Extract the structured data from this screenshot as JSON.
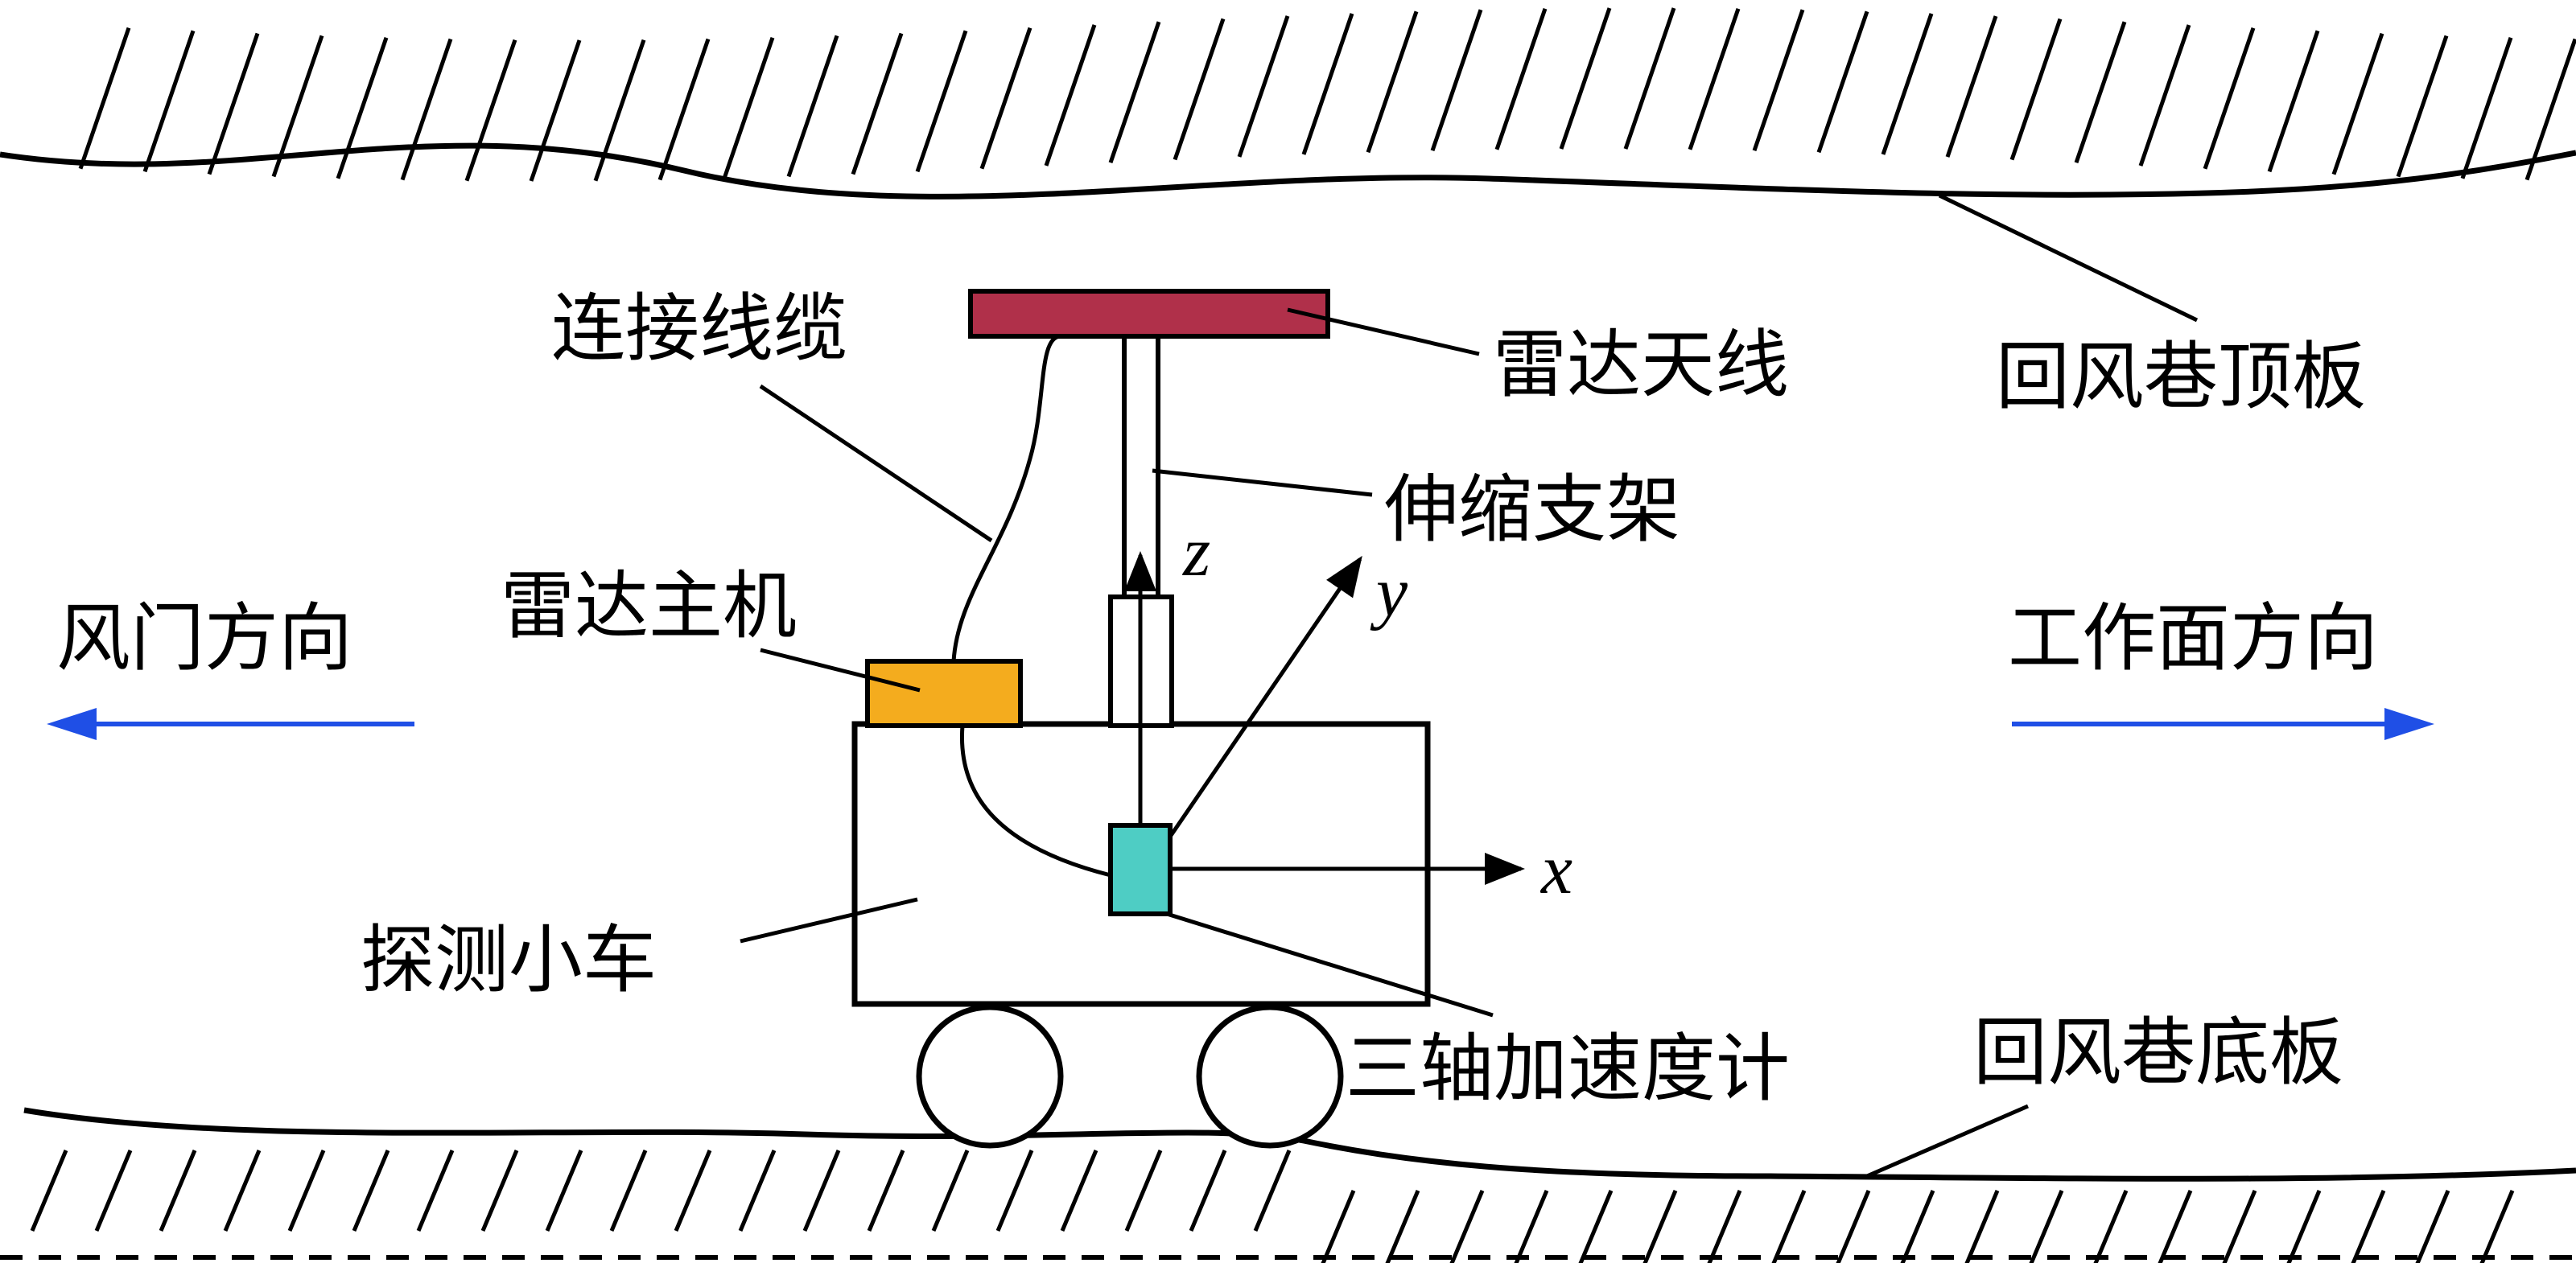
{
  "labels": {
    "roof": "回风巷顶板",
    "floor": "回风巷底板",
    "cable": "连接线缆",
    "antenna": "雷达天线",
    "mast": "伸缩支架",
    "radar_host": "雷达主机",
    "vehicle": "探测小车",
    "accelerometer": "三轴加速度计",
    "left_dir": "风门方向",
    "right_dir": "工作面方向"
  },
  "axes": {
    "x": "x",
    "y": "y",
    "z": "z"
  },
  "colors": {
    "antenna": "#B0304A",
    "radar_host": "#F4AC1E",
    "accelerometer": "#4ECDC4",
    "direction_arrow": "#1F4FE6",
    "ink": "#000000"
  }
}
